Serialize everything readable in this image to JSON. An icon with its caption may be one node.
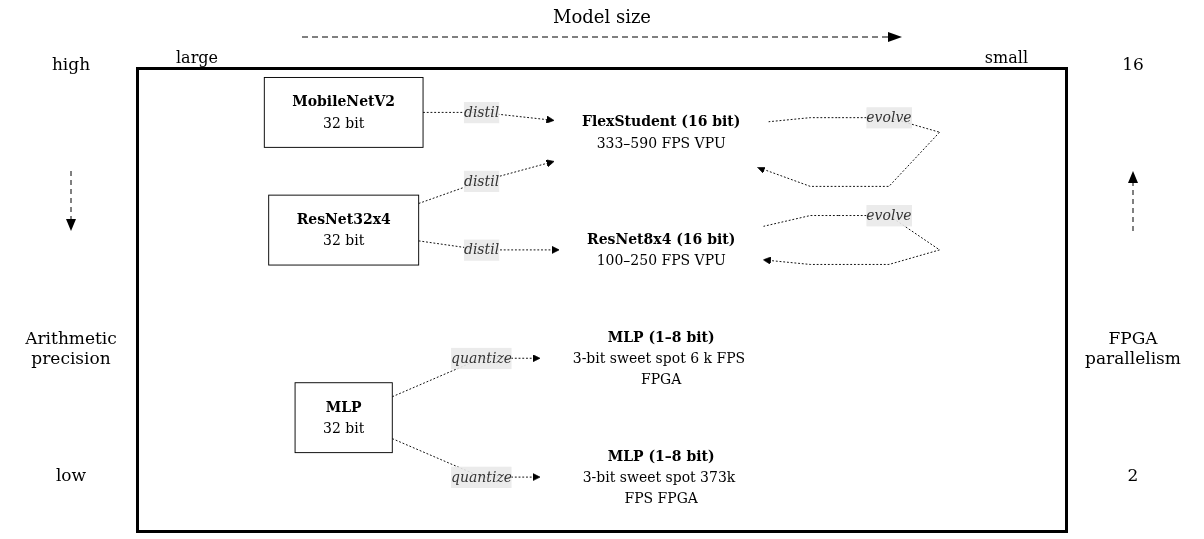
{
  "diagram": {
    "nodes": [
      {
        "text": [
          "MobileNetV2",
          "32 bit"
        ]
      },
      {
        "text": [
          "ResNet32x4",
          "32 bit"
        ]
      },
      {
        "text": [
          "MLP",
          "32 bit"
        ]
      },
      {
        "text": [
          "FlexStudent (16 bit)",
          "333–590 FPS VPU"
        ]
      },
      {
        "text": [
          "ResNet8x4 (16 bit)",
          "100–250 FPS VPU"
        ]
      },
      {
        "text": [
          "MLP (1–8 bit)",
          "3-bit sweet spot 6 k FPS FPGA"
        ]
      },
      {
        "text": [
          "MLP (1–8 bit)",
          "3-bit sweet spot 373k FPS FPGA"
        ]
      }
    ],
    "edges": [
      {
        "from": 0,
        "to": 3,
        "arrow": "to",
        "label": "distil",
        "style": "dashed"
      },
      {
        "from": 1,
        "to": 3,
        "arrow": "to",
        "label": "distil",
        "style": "dashed"
      },
      {
        "from": 1,
        "to": 4,
        "arrow": "to",
        "label": "distil",
        "style": "dashed"
      },
      {
        "from": 3,
        "to": 3,
        "arrow": "to",
        "label": "evolve",
        "style": "dashed"
      },
      {
        "from": 4,
        "to": 4,
        "arrow": "to",
        "label": "evolve",
        "style": "dashed"
      },
      {
        "from": 2,
        "to": 5,
        "arrow": "to",
        "label": "quantize",
        "style": "dashed"
      },
      {
        "from": 2,
        "to": 6,
        "arrow": "to",
        "label": "quantize",
        "style": "dashed"
      }
    ],
    "labels": [
      "Model size",
      "large",
      "small",
      "high",
      "Arithmetic precision",
      "low",
      "16",
      "FPGA parallelism",
      "2"
    ]
  }
}
